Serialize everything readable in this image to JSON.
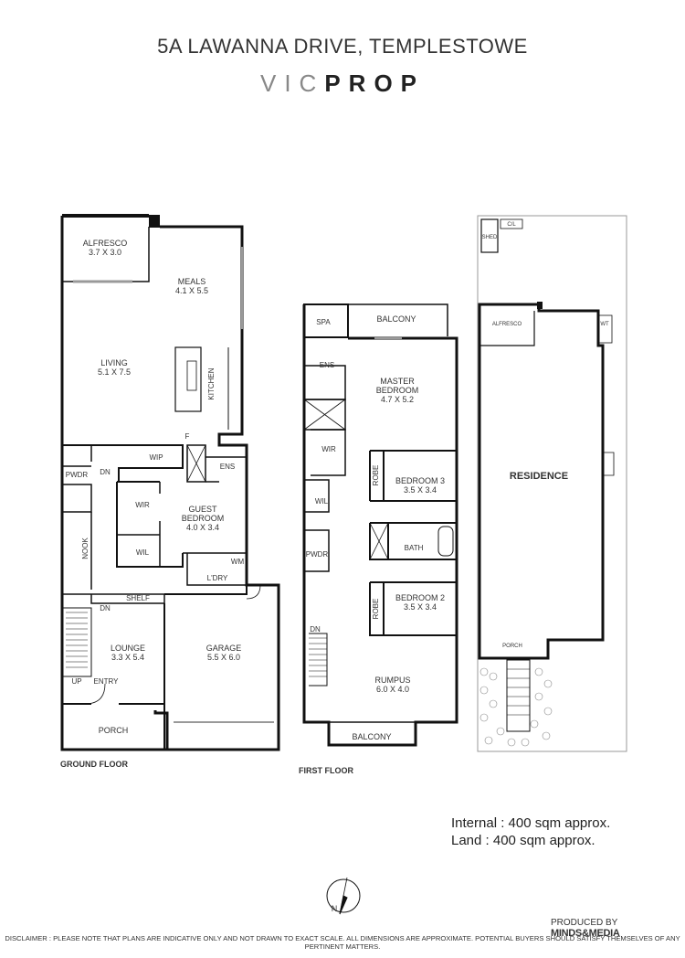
{
  "header": {
    "address": "5A LAWANNA DRIVE, TEMPLESTOWE",
    "logo_part1": "VIC",
    "logo_part2": "PROP"
  },
  "ground_floor": {
    "label": "GROUND FLOOR",
    "rooms": {
      "alfresco": {
        "name": "ALFRESCO",
        "size": "3.7 X 3.0"
      },
      "meals": {
        "name": "MEALS",
        "size": "4.1 X 5.5"
      },
      "living": {
        "name": "LIVING",
        "size": "5.1 X 7.5"
      },
      "kitchen": "KITCHEN",
      "f": "F",
      "wip": "WIP",
      "ens": "ENS",
      "pwdr": "PWDR",
      "dn1": "DN",
      "wir": "WIR",
      "guest_bedroom": {
        "name": "GUEST",
        "name2": "BEDROOM",
        "size": "4.0 X 3.4"
      },
      "wil": "WIL",
      "wm": "WM",
      "ldry": "L'DRY",
      "nook": "NOOK",
      "shelf": "SHELF",
      "dn2": "DN",
      "lounge": {
        "name": "LOUNGE",
        "size": "3.3 X 5.4"
      },
      "garage": {
        "name": "GARAGE",
        "size": "5.5 X 6.0"
      },
      "up": "UP",
      "entry": "ENTRY",
      "porch": "PORCH"
    }
  },
  "first_floor": {
    "label": "FIRST FLOOR",
    "rooms": {
      "spa": "SPA",
      "balcony_top": "BALCONY",
      "ens": "ENS",
      "master_bedroom": {
        "name": "MASTER",
        "name2": "BEDROOM",
        "size": "4.7 X 5.2"
      },
      "wir": "WIR",
      "robe1": "ROBE",
      "bedroom3": {
        "name": "BEDROOM 3",
        "size": "3.5 X 3.4"
      },
      "wil": "WIL",
      "bath": "BATH",
      "pwdr": "PWDR",
      "robe2": "ROBE",
      "bedroom2": {
        "name": "BEDROOM 2",
        "size": "3.5 X 3.4"
      },
      "dn": "DN",
      "rumpus": {
        "name": "RUMPUS",
        "size": "6.0 X 4.0"
      },
      "balcony_bottom": "BALCONY"
    }
  },
  "site_plan": {
    "shed": "SHED",
    "cl": "C/L",
    "alfresco": "ALFRESCO",
    "wt": "WT",
    "residence": "RESIDENCE",
    "porch": "PORCH"
  },
  "areas": {
    "internal": "Internal : 400 sqm approx.",
    "land": "Land : 400 sqm approx."
  },
  "compass": {
    "north": "N"
  },
  "credit": {
    "prefix": "PRODUCED BY",
    "brand": "MINDS&MEDIA"
  },
  "disclaimer": "DISCLAIMER : PLEASE NOTE THAT PLANS ARE INDICATIVE ONLY AND NOT DRAWN TO EXACT SCALE. ALL DIMENSIONS ARE APPROXIMATE. POTENTIAL BUYERS SHOULD SATISFY THEMSELVES OF ANY PERTINENT MATTERS."
}
